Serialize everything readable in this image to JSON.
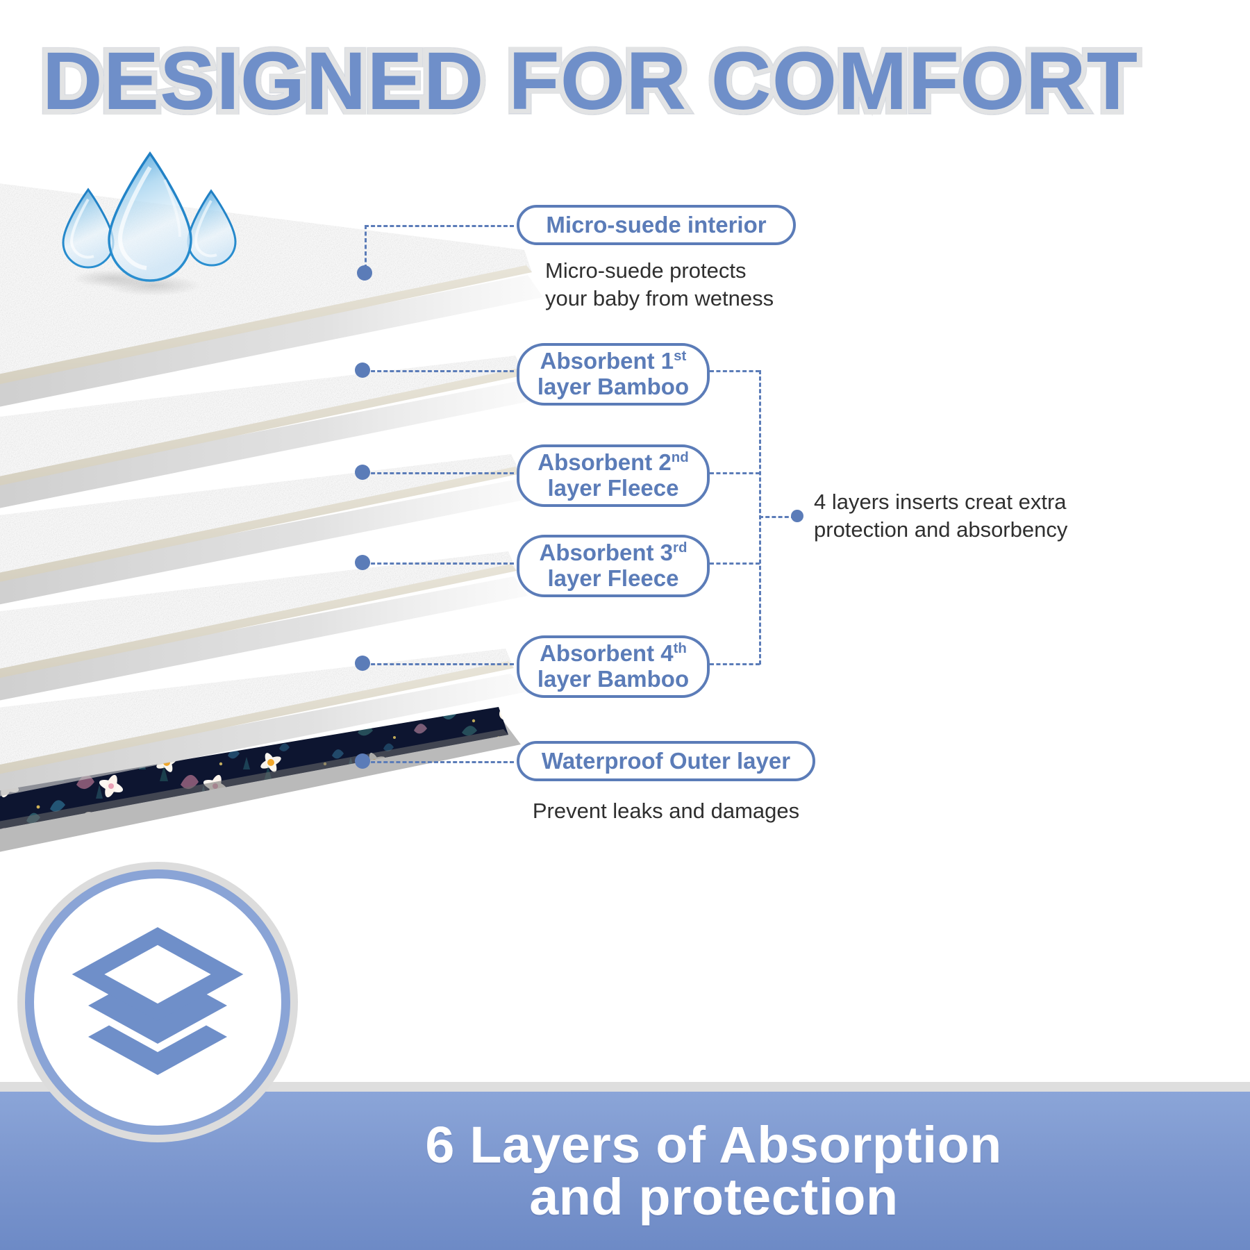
{
  "header": {
    "title": "DESIGNED FOR COMFORT",
    "title_color": "#6f8fc9",
    "title_outline_color": "#e2e3e4"
  },
  "accent_color": "#5b7cb8",
  "callouts": [
    {
      "id": "micro-suede",
      "label_line1": "Micro-suede interior",
      "label_line2": "",
      "superscript": "",
      "description_line1": "Micro-suede protects",
      "description_line2": "your baby from wetness"
    },
    {
      "id": "absorbent-1",
      "label_line1": "Absorbent 1",
      "superscript": "st",
      "label_line2": "layer Bamboo",
      "description_line1": "",
      "description_line2": ""
    },
    {
      "id": "absorbent-2",
      "label_line1": "Absorbent 2",
      "superscript": "nd",
      "label_line2": "layer Fleece",
      "description_line1": "",
      "description_line2": ""
    },
    {
      "id": "absorbent-3",
      "label_line1": "Absorbent 3",
      "superscript": "rd",
      "label_line2": "layer Fleece",
      "description_line1": "",
      "description_line2": ""
    },
    {
      "id": "absorbent-4",
      "label_line1": "Absorbent 4",
      "superscript": "th",
      "label_line2": "layer Bamboo",
      "description_line1": "",
      "description_line2": ""
    },
    {
      "id": "waterproof-outer",
      "label_line1": "Waterproof Outer layer",
      "superscript": "",
      "label_line2": "",
      "description_line1": "Prevent leaks and damages",
      "description_line2": ""
    }
  ],
  "bracket_note": {
    "line1": "4 layers inserts creat extra",
    "line2": "protection and absorbency"
  },
  "badge": {
    "icon": "layers-stack-icon",
    "ring_color": "#8aa4d6"
  },
  "banner": {
    "line1": "6 Layers of Absorption",
    "line2": "and protection",
    "background_color": "#7a95cd",
    "text_color": "#ffffff"
  },
  "illustration": {
    "droplets_icon": "water-droplets-icon",
    "sheets": [
      {
        "name": "micro-suede-sheet",
        "color": "#f4f3f0"
      },
      {
        "name": "bamboo-layer-1-sheet",
        "color": "#efece1"
      },
      {
        "name": "fleece-layer-2-sheet",
        "color": "#efece1"
      },
      {
        "name": "fleece-layer-3-sheet",
        "color": "#efece1"
      },
      {
        "name": "bamboo-layer-4-sheet",
        "color": "#efece1"
      },
      {
        "name": "waterproof-floral-sheet",
        "color": "#0e1630"
      }
    ]
  }
}
